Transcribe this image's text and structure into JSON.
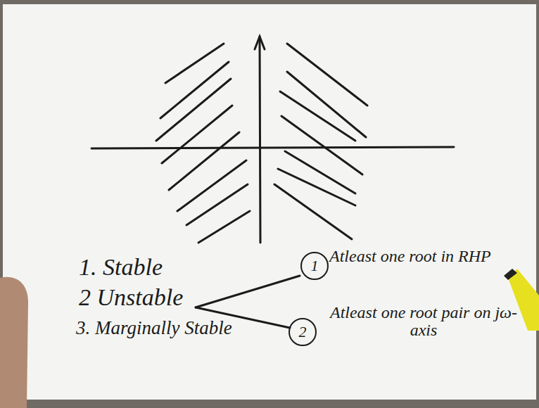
{
  "diagram": {
    "nodes": [
      {
        "text": [
          "1"
        ]
      },
      {
        "text": [
          "2"
        ]
      }
    ],
    "labels": [
      "1. Stable",
      "2 Unstable",
      "3. Marginally Stable",
      "Atleast one root in RHP",
      "Atleast one root pair on jω-axis"
    ]
  }
}
